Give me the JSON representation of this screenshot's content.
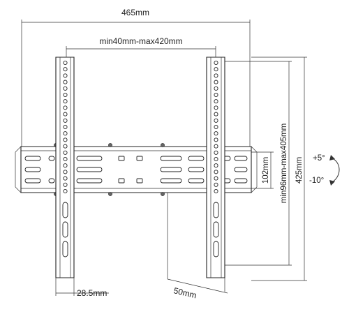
{
  "dimensions": {
    "overall_width": "465mm",
    "vesa_horizontal": "min40mm-max420mm",
    "vesa_vertical": "min96mm-max405mm",
    "overall_height": "425mm",
    "rail_height": "102mm",
    "arm_width": "28.5mm",
    "wall_distance": "50mm"
  },
  "tilt": {
    "up": "+5°",
    "down": "-10°"
  }
}
